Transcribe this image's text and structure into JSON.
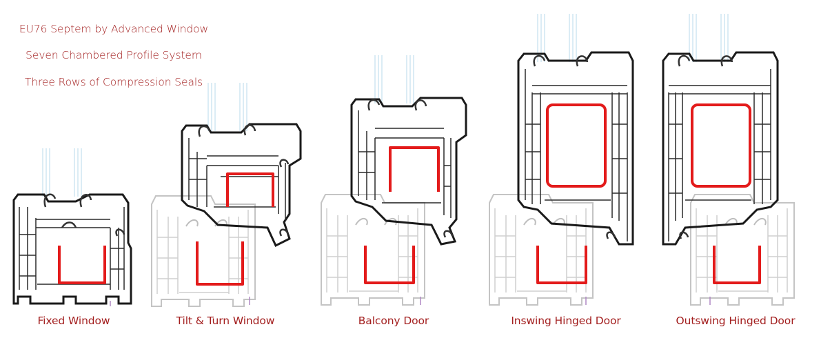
{
  "header": {
    "line1": "EU76 Septem by Advanced Window",
    "line2": "Seven Chambered Profile System",
    "line3": "Three Rows of Compression Seals"
  },
  "profiles": [
    {
      "label": "Fixed Window"
    },
    {
      "label": "Tilt & Turn Window"
    },
    {
      "label": "Balcony Door"
    },
    {
      "label": "Inswing Hinged Door"
    },
    {
      "label": "Outswing Hinged Door"
    }
  ],
  "colors": {
    "text": "#a31f1f",
    "reinforcement": "#e31b1b",
    "profile_outline": "#1a1a1a",
    "frame_ghost": "#c4c4c4",
    "glass": "#cfe6f2"
  }
}
